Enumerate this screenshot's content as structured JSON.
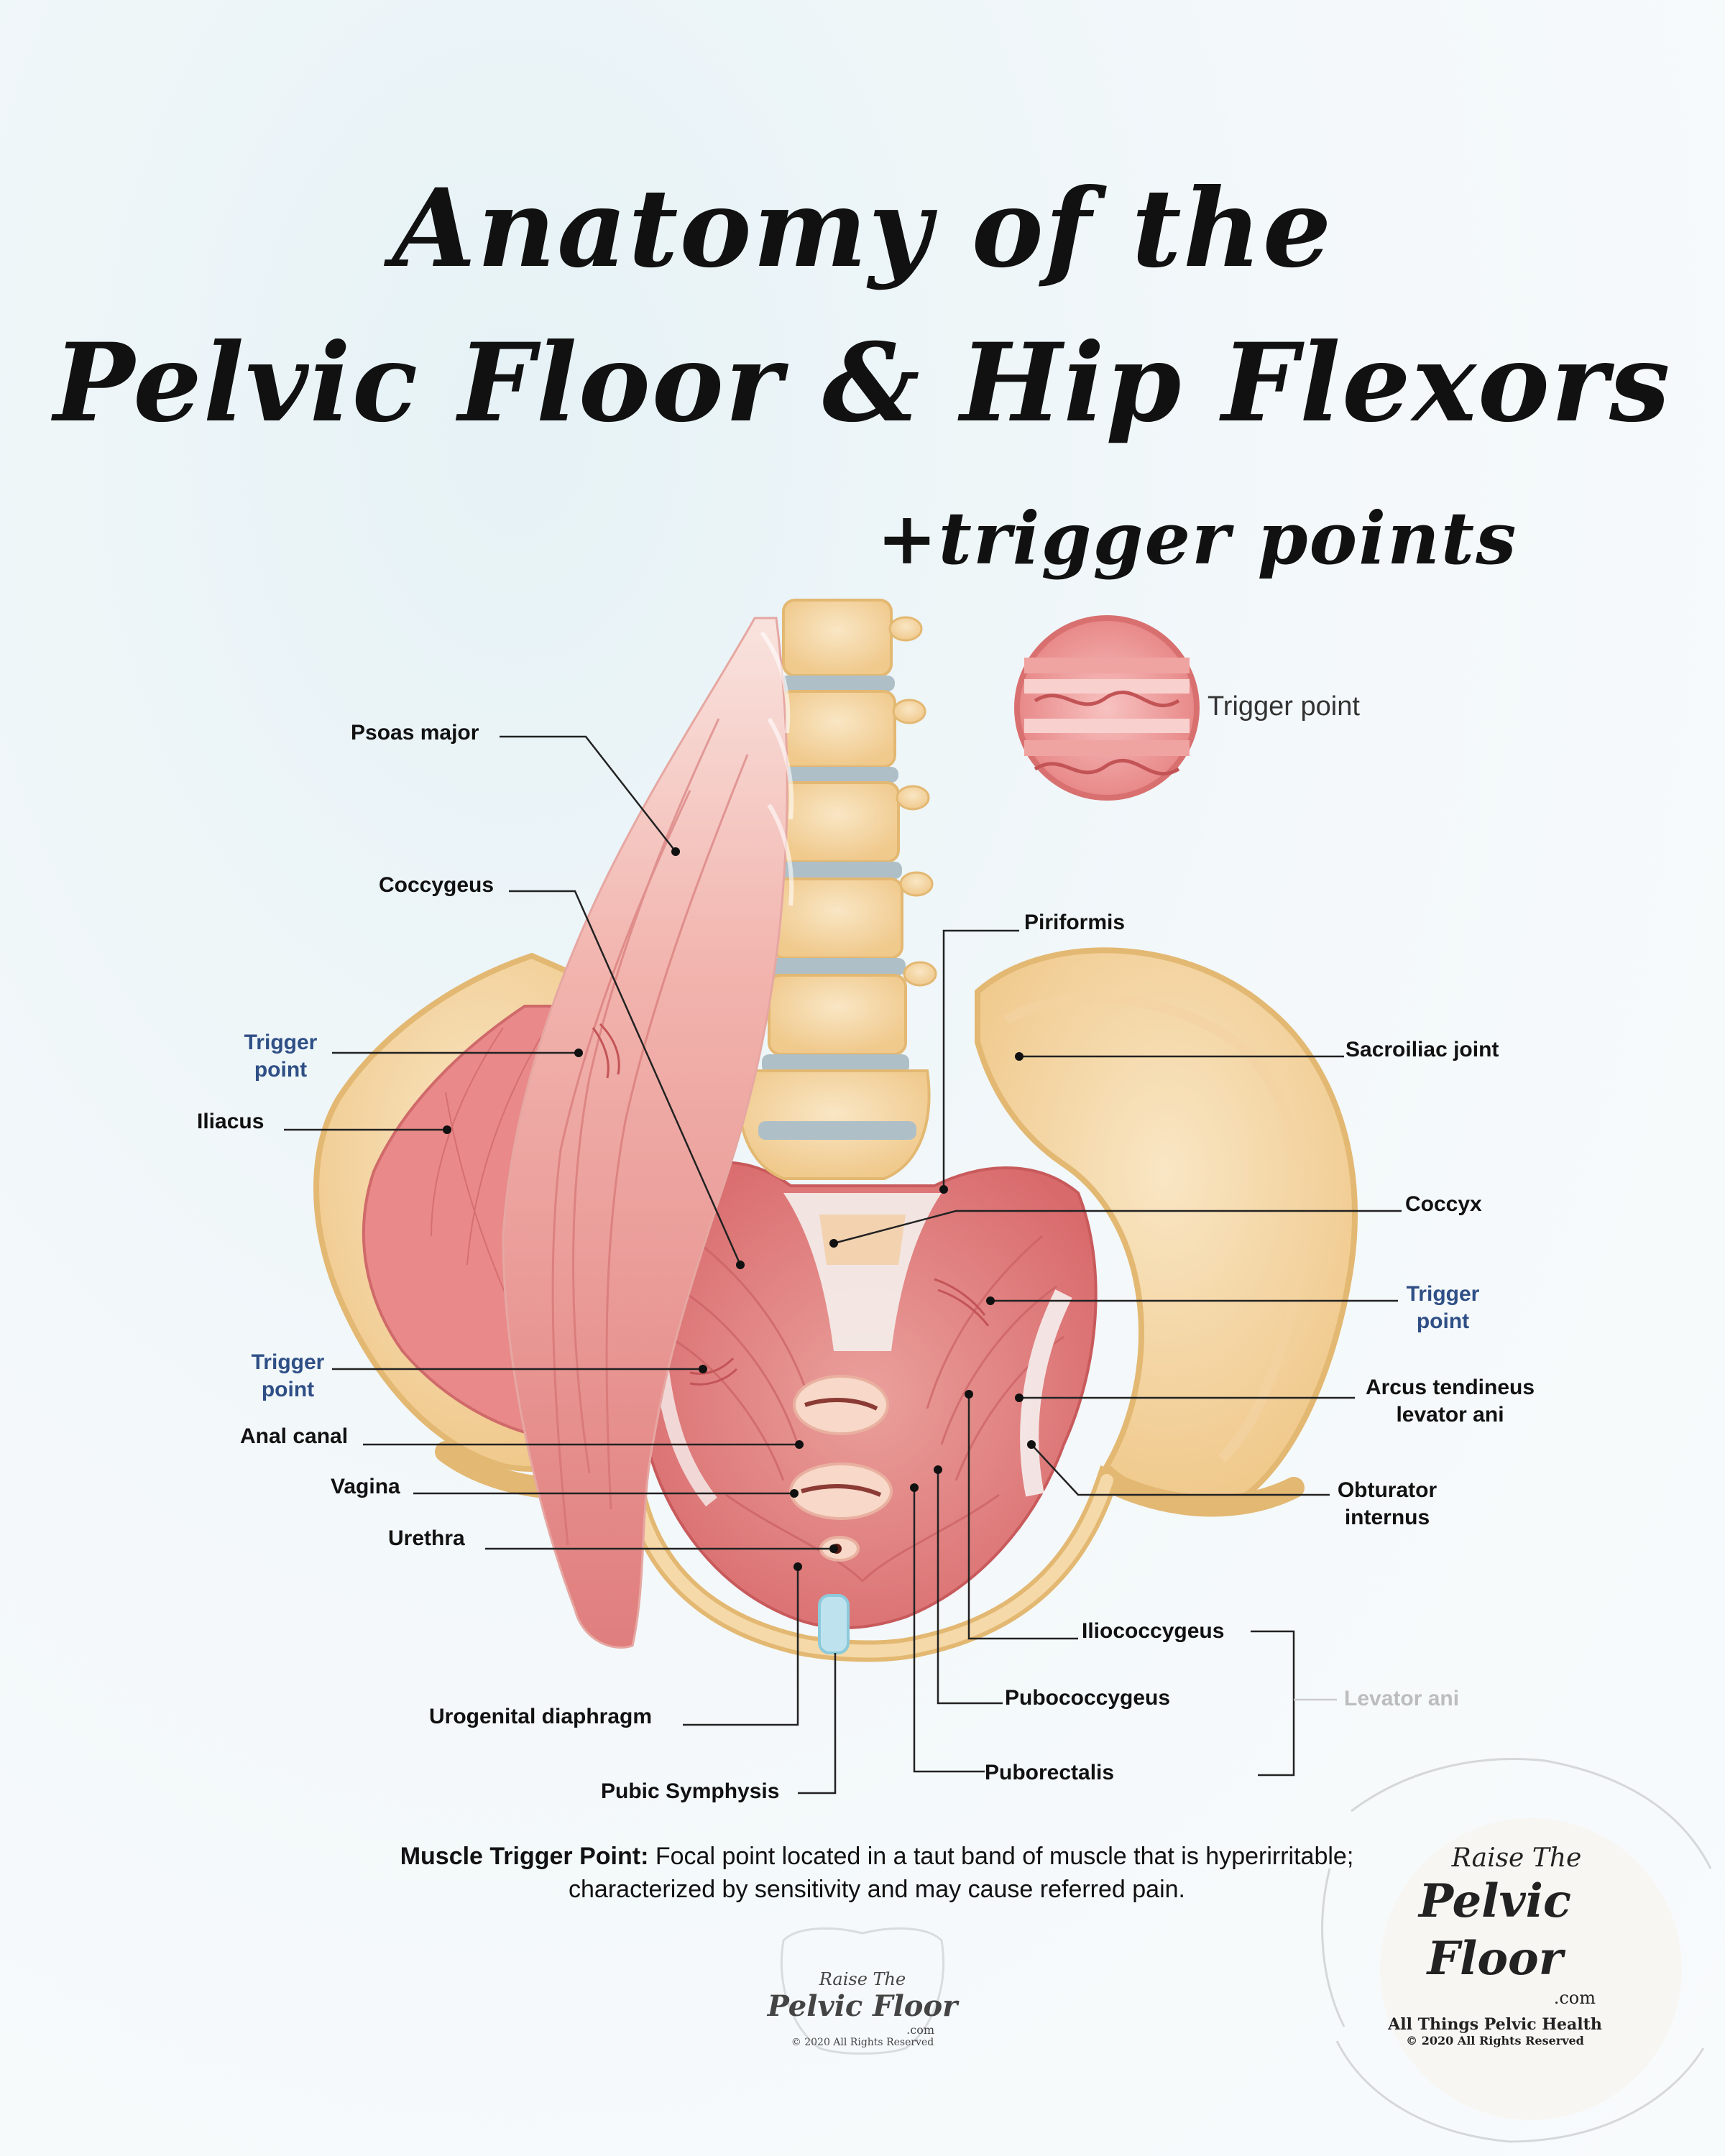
{
  "title": {
    "line1": "Anatomy of the",
    "line2": "Pelvic Floor & Hip Flexors",
    "line3": "+trigger points"
  },
  "legend": {
    "trigger_point": "Trigger point"
  },
  "labels": {
    "psoas_major": "Psoas major",
    "coccygeus": "Coccygeus",
    "trigger_point_1_line1": "Trigger",
    "trigger_point_1_line2": "point",
    "iliacus": "Iliacus",
    "trigger_point_2_line1": "Trigger",
    "trigger_point_2_line2": "point",
    "anal_canal": "Anal canal",
    "vagina": "Vagina",
    "urethra": "Urethra",
    "urogenital_diaphragm": "Urogenital diaphragm",
    "pubic_symphysis": "Pubic Symphysis",
    "piriformis": "Piriformis",
    "sacroiliac_joint": "Sacroiliac joint",
    "coccyx": "Coccyx",
    "trigger_point_3_line1": "Trigger",
    "trigger_point_3_line2": "point",
    "arcus_line1": "Arcus tendineus",
    "arcus_line2": "levator ani",
    "obturator_line1": "Obturator",
    "obturator_line2": "internus",
    "iliococcygeus": "Iliococcygeus",
    "pubococcygeus": "Pubococcygeus",
    "puborectalis": "Puborectalis",
    "levator_ani": "Levator ani"
  },
  "definition": {
    "term": "Muscle Trigger Point:",
    "text_line1": "Focal point located in a taut band of muscle that is hyperirritable;",
    "text_line2": "characterized by sensitivity and may cause referred pain."
  },
  "watermark_center": {
    "line1": "Raise The",
    "line2": "Pelvic Floor",
    "line3": ".com",
    "line4": "© 2020 All Rights Reserved"
  },
  "watermark_right": {
    "line1": "Raise The",
    "line2": "Pelvic Floor",
    "line3": ".com",
    "line4": "All Things Pelvic Health",
    "line5": "© 2020 All Rights Reserved"
  },
  "colors": {
    "bone": "#f6d9a8",
    "bone_edge": "#e3b872",
    "muscle": "#e88585",
    "muscle_light": "#f3b3b0",
    "disc": "#aebfc7",
    "label_blue": "#2f4f86"
  }
}
